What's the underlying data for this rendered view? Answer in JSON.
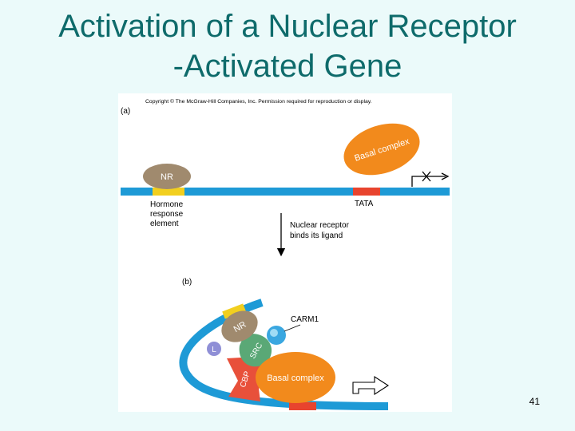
{
  "slide": {
    "title_line1": "Activation of a Nuclear Receptor",
    "title_line2": "-Activated Gene",
    "page_number": "41"
  },
  "figure": {
    "copyright": "Copyright © The McGraw-Hill Companies, Inc. Permission required for reproduction or display.",
    "panel_a": {
      "label": "(a)",
      "nr": "NR",
      "basal_complex": "Basal complex",
      "hre_line1": "Hormone",
      "hre_line2": "response",
      "hre_line3": "element",
      "tata": "TATA",
      "step_line1": "Nuclear receptor",
      "step_line2": "binds its ligand"
    },
    "panel_b": {
      "label": "(b)",
      "nr": "NR",
      "carm1": "CARM1",
      "ligand": "L",
      "src": "SRC",
      "cbp": "CBP",
      "basal_complex": "Basal complex"
    },
    "colors": {
      "dna": "#1e9ad6",
      "hre": "#f2cf1f",
      "tata": "#e8442e",
      "nr": "#a08a6e",
      "basal": "#f28a1c",
      "src": "#5aa876",
      "cbp": "#e8503a",
      "ligand": "#8f8fd6",
      "carm1": "#3aa7e0"
    }
  }
}
